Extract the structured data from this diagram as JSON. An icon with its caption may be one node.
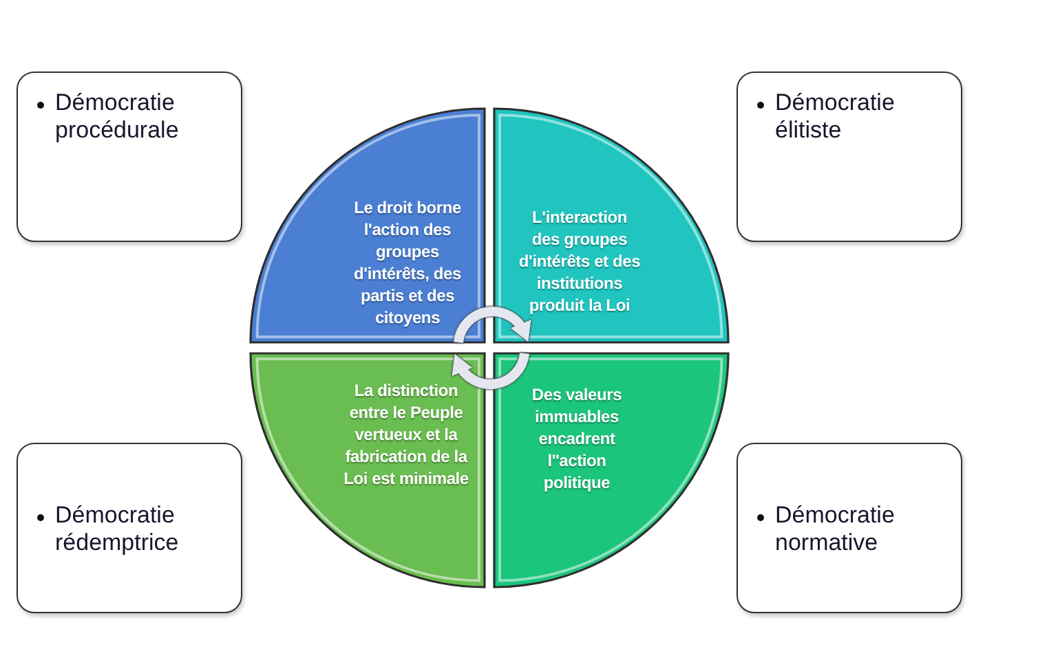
{
  "diagram": {
    "nodes": [
      {
        "text": [
          "Démocratie procédurale"
        ]
      },
      {
        "text": [
          "Démocratie élitiste"
        ]
      },
      {
        "text": [
          "Le droit borne l'action des groupes d'intérêts, des partis et des citoyens"
        ]
      },
      {
        "text": [
          "L'interaction des groupes d'intérêts et des institutions produit la Loi"
        ]
      },
      {
        "text": [
          "La distinction entre le Peuple vertueux et la fabrication de la Loi est minimale"
        ]
      },
      {
        "text": [
          "Des valeurs immuables encadrent l''action politique"
        ]
      },
      {
        "text": [
          "Démocratie rédemptrice"
        ]
      },
      {
        "text": [
          "Démocratie normative"
        ]
      }
    ],
    "edges": [
      {
        "from": 2,
        "to": 3,
        "arrow": "to"
      },
      {
        "from": 5,
        "to": 4,
        "arrow": "to"
      }
    ]
  }
}
